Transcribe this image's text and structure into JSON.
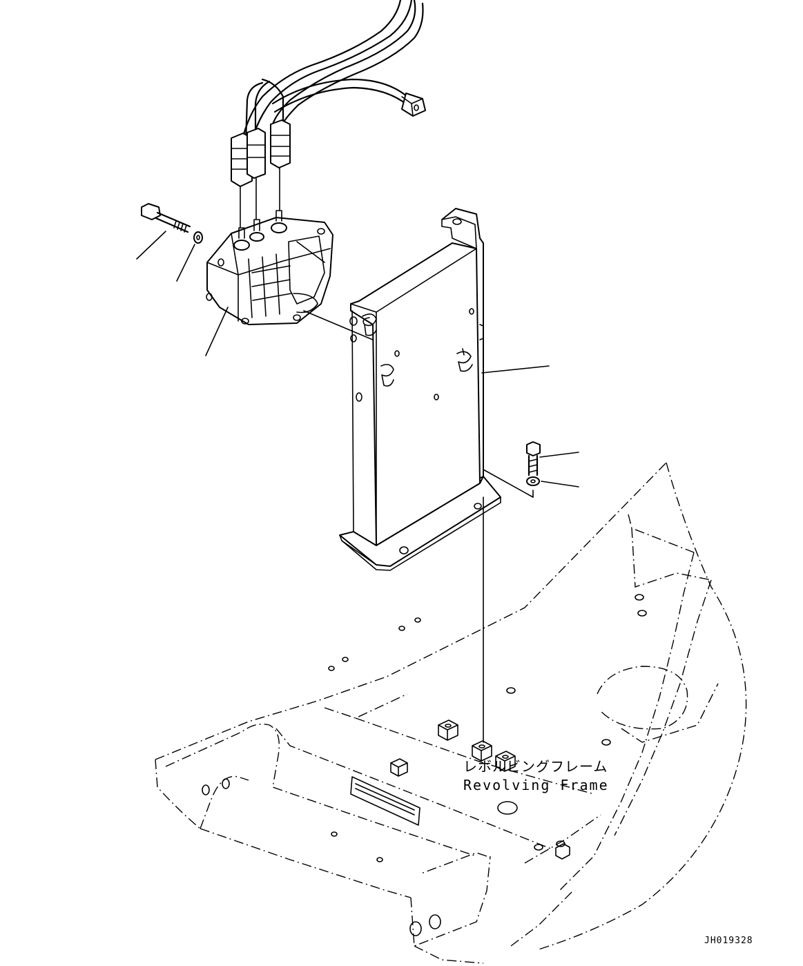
{
  "labels": {
    "frame_jp": "レボルビングフレーム",
    "frame_en": "Revolving Frame",
    "drawing_code": "JH019328"
  },
  "colors": {
    "line": "#000000",
    "background": "#ffffff"
  }
}
